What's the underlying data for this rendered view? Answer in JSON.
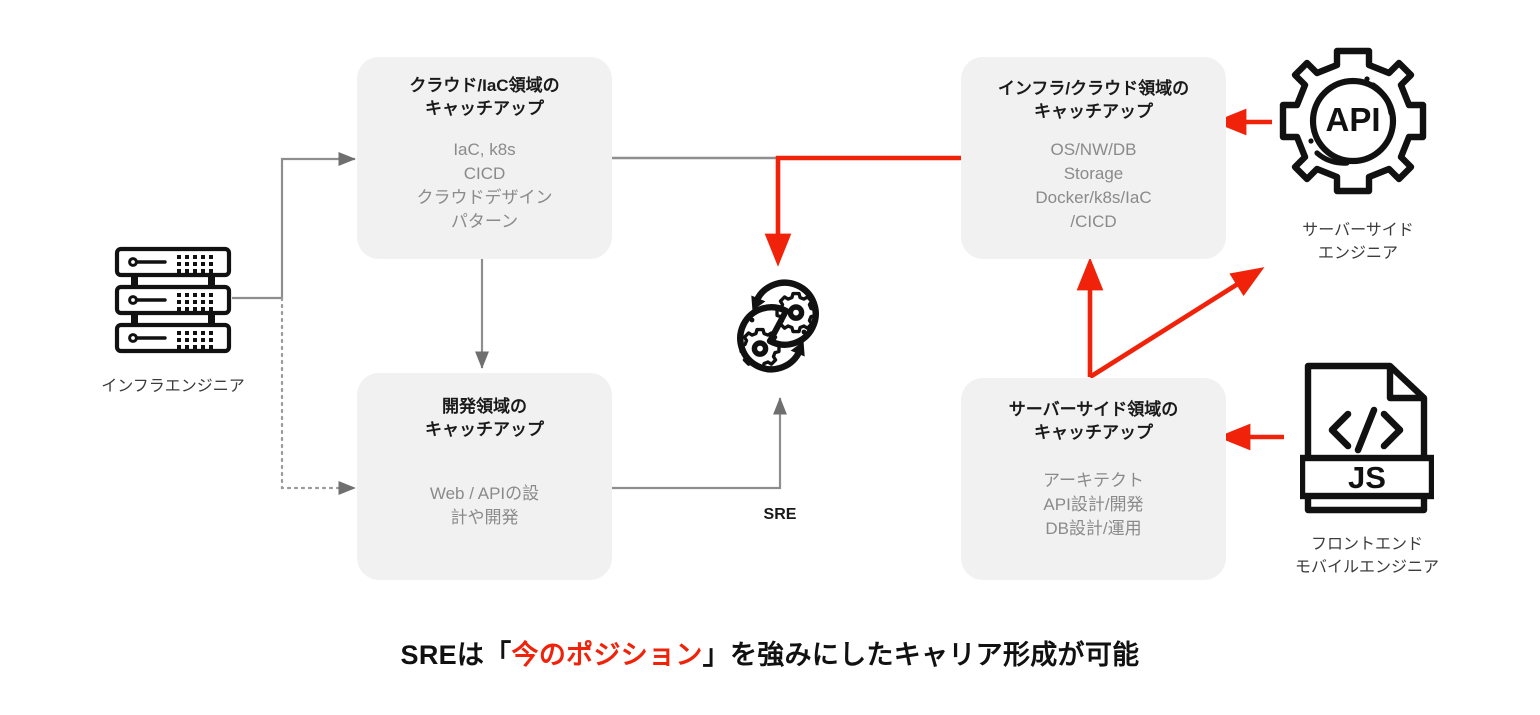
{
  "colors": {
    "accent": "#f0230a",
    "box_background": "#f1f1f1",
    "edge_gray": "#8e8e8e",
    "title_text": "#1a1a1a",
    "body_text": "#8a8a8a",
    "label_text": "#3c3c3c",
    "canvas": "#ffffff"
  },
  "nodes": [
    {
      "id": "cloud-iac-catchup",
      "title": "クラウド/IaC領域の\nキャッチアップ",
      "body": "IaC, k8s\nCICD\nクラウドデザイン\nパターン"
    },
    {
      "id": "development-catchup",
      "title": "開発領域の\nキャッチアップ",
      "body": "Web / APIの設\n計や開発"
    },
    {
      "id": "infra-cloud-catchup",
      "title": "インフラ/クラウド領域の\nキャッチアップ",
      "body": "OS/NW/DB\nStorage\nDocker/k8s/IaC\n/CICD"
    },
    {
      "id": "server-side-catchup",
      "title": "サーバーサイド領域の\nキャッチアップ",
      "body": "アーキテクト\nAPI設計/開発\nDB設計/運用"
    }
  ],
  "icons": {
    "server_rack": {
      "name": "server-rack-icon",
      "label": "インフラエンジニア"
    },
    "api_gear": {
      "name": "api-gear-icon",
      "text": "API",
      "label": "サーバーサイド\nエンジニア"
    },
    "js_file": {
      "name": "js-file-icon",
      "code_text": "</>",
      "badge_text": "JS",
      "label": "フロントエンド\nモバイルエンジニア"
    },
    "sre_gears": {
      "name": "sre-gears-loop-icon",
      "label": "SRE"
    }
  },
  "caption": {
    "part1": "SREは「",
    "accent": "今のポジション",
    "part2": "」を強みにしたキャリア形成が可能"
  }
}
